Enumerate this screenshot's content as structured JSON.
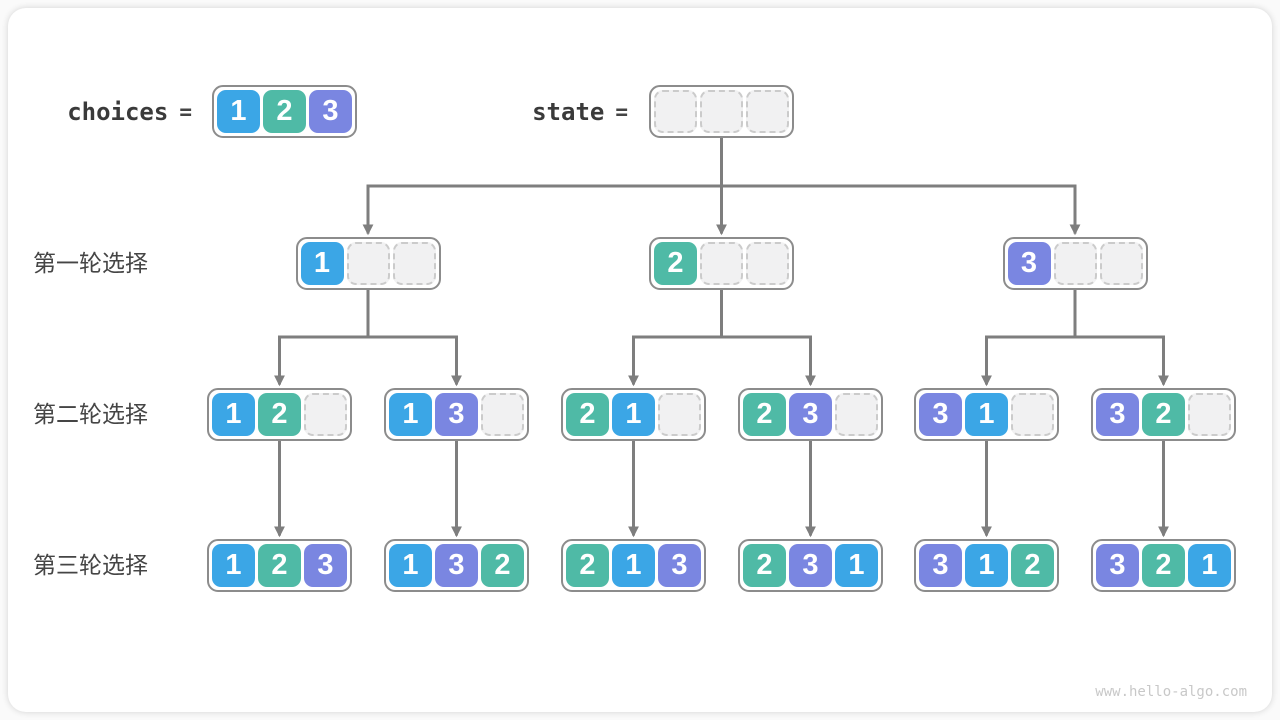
{
  "header": {
    "choices_label": "choices",
    "equals_sign": "=",
    "state_label": "state",
    "choices_values": [
      "1",
      "2",
      "3"
    ],
    "state_values": [
      "",
      "",
      ""
    ]
  },
  "colors": {
    "1": "#3BA6E6",
    "2": "#4FBAA6",
    "3": "#7A86E1",
    "line": "#7e7e7e",
    "node_border": "#8c8c8c",
    "empty_cell": "#f1f1f2"
  },
  "rows": [
    {
      "label": "第一轮选择",
      "nodes": [
        [
          "1",
          "",
          ""
        ],
        [
          "2",
          "",
          ""
        ],
        [
          "3",
          "",
          ""
        ]
      ]
    },
    {
      "label": "第二轮选择",
      "nodes": [
        [
          "1",
          "2",
          ""
        ],
        [
          "1",
          "3",
          ""
        ],
        [
          "2",
          "1",
          ""
        ],
        [
          "2",
          "3",
          ""
        ],
        [
          "3",
          "1",
          ""
        ],
        [
          "3",
          "2",
          ""
        ]
      ]
    },
    {
      "label": "第三轮选择",
      "nodes": [
        [
          "1",
          "2",
          "3"
        ],
        [
          "1",
          "3",
          "2"
        ],
        [
          "2",
          "1",
          "3"
        ],
        [
          "2",
          "3",
          "1"
        ],
        [
          "3",
          "1",
          "2"
        ],
        [
          "3",
          "2",
          "1"
        ]
      ]
    }
  ],
  "footer": {
    "watermark": "www.hello-algo.com"
  }
}
